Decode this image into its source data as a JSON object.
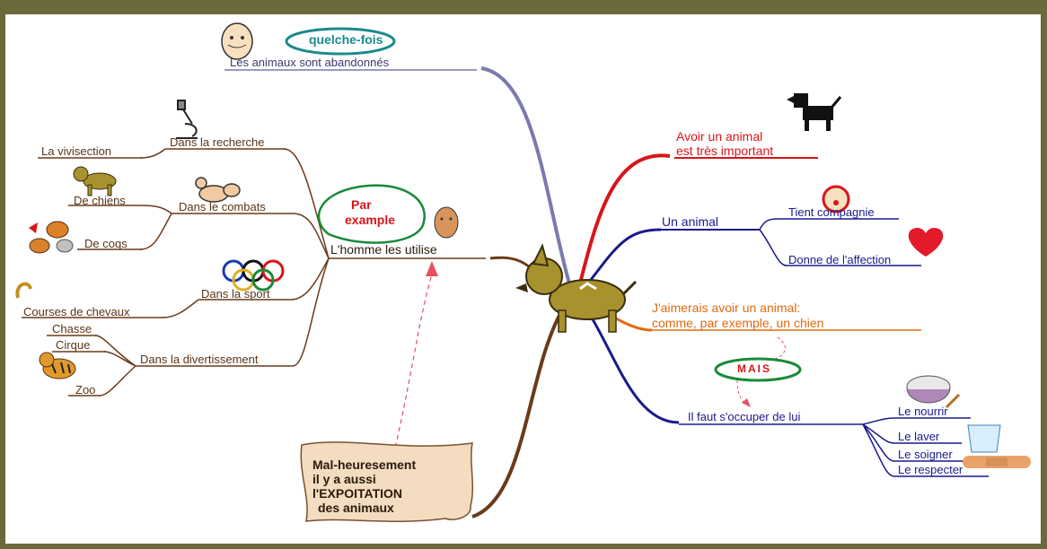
{
  "nodes": {
    "abandon": "Les animaux sont abandonnés",
    "quelquefois": "quelche-fois",
    "utilise": "L'homme les utilise",
    "par_exemple_1": "Par",
    "par_exemple_2": "example",
    "recherche": "Dans la recherche",
    "vivisection": "La vivisection",
    "combats": "Dans le combats",
    "chiens": "De chiens",
    "coqs": "De coqs",
    "sport": "Dans la sport",
    "chevaux": "Courses de chevaux",
    "divertissement": "Dans la divertissement",
    "chasse": "Chasse",
    "cirque": "Cirque",
    "zoo": "Zoo",
    "malheur_1": "Mal-heuresement",
    "malheur_2": "il y a aussi",
    "malheur_3": "l'EXPOITATION",
    "malheur_4": "des animaux",
    "avoir_1": "Avoir un animal",
    "avoir_2": "est très important",
    "un_animal": "Un animal",
    "compagnie": "Tient compagnie",
    "affection": "Donne de l'affection",
    "aimerais_1": "J'aimerais avoir un animal:",
    "aimerais_2": "comme, par exemple, un chien",
    "mais": "MAIS",
    "occuper": "Il faut s'occuper de lui",
    "nourrir": "Le nourrir",
    "laver": "Le laver",
    "soigner": "Le soigner",
    "respecter": "Le respecter"
  },
  "colors": {
    "border": "#6b6a3a",
    "brown": "#5a3417",
    "navy": "#1a1a8c",
    "red": "#d8151a",
    "orange": "#e06a10",
    "green": "#1a8a3a",
    "teal": "#1a8a8a"
  }
}
